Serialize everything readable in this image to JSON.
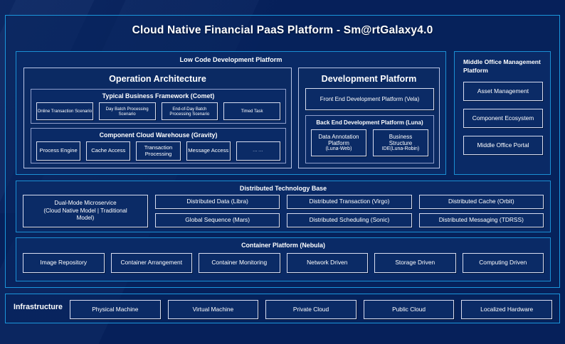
{
  "title": "Cloud Native Financial PaaS Platform - Sm@rtGalaxy4.0",
  "colors": {
    "background": "#06205a",
    "panel_fill": "#0a2a66",
    "accent_border": "#1b96dc",
    "chip_border": "#d8ddf0",
    "text": "#ffffff"
  },
  "low_code": {
    "title": "Low Code Development Platform",
    "operation_architecture": {
      "title": "Operation Architecture",
      "typical_business_framework": {
        "title": "Typical Business Framework (Comet)",
        "items": [
          "Online Transaction Scenario",
          "Day Batch Processing Scenario",
          "End-of-Day Batch Processing Scenario",
          "Timed Task"
        ]
      },
      "component_cloud_warehouse": {
        "title": "Component Cloud Warehouse (Gravity)",
        "items": [
          "Process Engine",
          "Cache Access",
          "Transaction Processing",
          "Message Access",
          "……"
        ]
      }
    },
    "development_platform": {
      "title": "Development Platform",
      "front_end": "Front End Development Platform (Vela)",
      "back_end": {
        "title": "Back End Development Platform (Luna)",
        "items": [
          {
            "line1": "Data Annotation",
            "line2": "Platform",
            "line3": "(Luna-Web)"
          },
          {
            "line1": "Business",
            "line2": "Structure",
            "line3": "IDE(Luna-Robin)"
          }
        ]
      }
    }
  },
  "middle_office": {
    "title": "Middle Office Management Platform",
    "items": [
      "Asset Management",
      "Component Ecosystem",
      "Middle Office Portal"
    ]
  },
  "distributed_technology_base": {
    "title": "Distributed Technology Base",
    "wide_item": {
      "line1": "Dual-Mode Microservice",
      "line2": "(Cloud Native Model | Traditional",
      "line3": "Model)"
    },
    "items": [
      "Distributed Data (Libra)",
      "Distributed Transaction (Virgo)",
      "Distributed Cache (Orbit)",
      "Global Sequence (Mars)",
      "Distributed Scheduling (Sonic)",
      "Distributed Messaging (TDRSS)"
    ]
  },
  "container_platform": {
    "title": "Container Platform (Nebula)",
    "items": [
      "Image Repository",
      "Container Arrangement",
      "Container Monitoring",
      "Network Driven",
      "Storage Driven",
      "Computing Driven"
    ]
  },
  "infrastructure": {
    "label": "Infrastructure",
    "items": [
      "Physical Machine",
      "Virtual Machine",
      "Private Cloud",
      "Public Cloud",
      "Localized Hardware"
    ]
  }
}
